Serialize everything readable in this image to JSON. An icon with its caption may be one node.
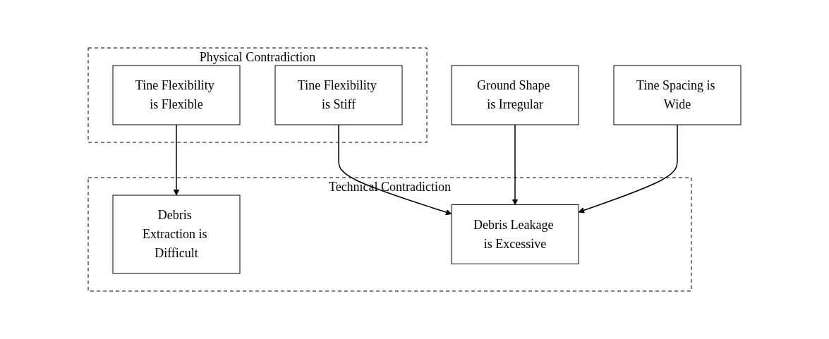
{
  "diagram": {
    "nodes": [
      {
        "text": [
          "Physical Contradiction"
        ]
      },
      {
        "text": [
          "Tine Flexibility is Flexible"
        ],
        "in": 0
      },
      {
        "text": [
          "Tine Flexibility is Stiff"
        ],
        "in": 0
      },
      {
        "text": [
          "Ground Shape is Irregular"
        ]
      },
      {
        "text": [
          "Tine Spacing is Wide"
        ]
      },
      {
        "text": [
          "Technical Contradiction"
        ]
      },
      {
        "text": [
          "Debris Extraction is Difficult"
        ],
        "in": 5
      },
      {
        "text": [
          "Debris Leakage is Excessive"
        ],
        "in": 5
      }
    ],
    "edges": [
      {
        "from": 1,
        "to": 6,
        "arrow": "to"
      },
      {
        "from": 2,
        "to": 7,
        "arrow": "to"
      },
      {
        "from": 3,
        "to": 7,
        "arrow": "to"
      },
      {
        "from": 4,
        "to": 7,
        "arrow": "to"
      }
    ]
  }
}
